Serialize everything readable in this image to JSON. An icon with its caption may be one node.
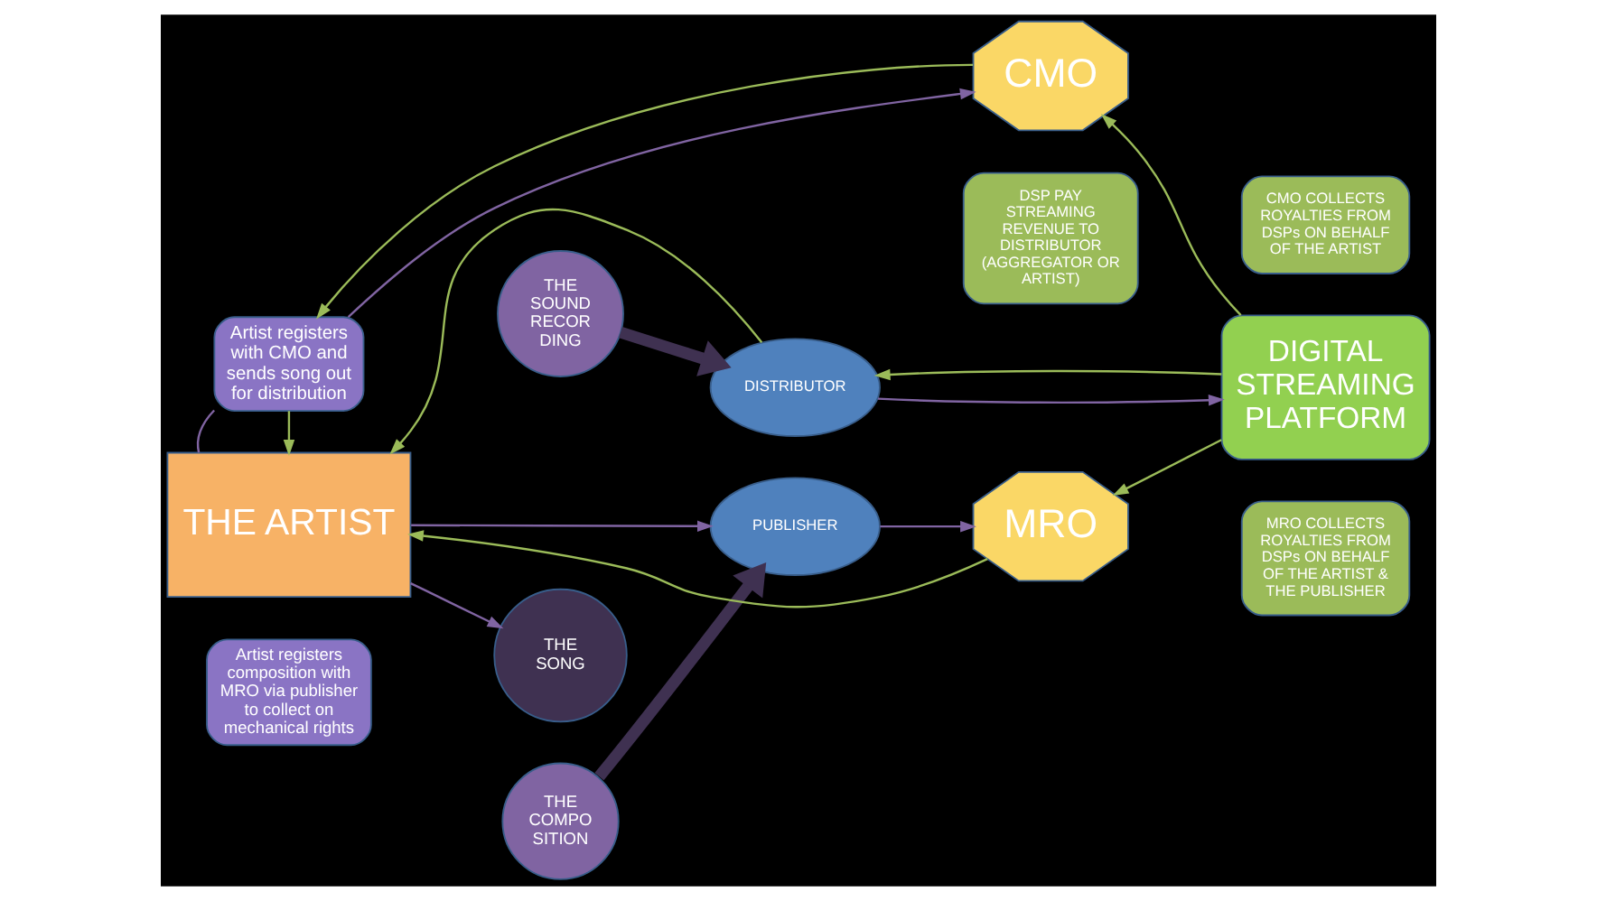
{
  "diagram": {
    "nodes": [
      {
        "text": [
          "Artist registers with CMO and sends song out for distribution"
        ]
      },
      {
        "text": [
          "CMO"
        ]
      },
      {
        "text": [
          "DISTRIBUTOR"
        ]
      },
      {
        "text": [
          "CMO COLLECTS ROYALTIES FROM DSPs ON BEHALF OF THE ARTIST"
        ]
      },
      {
        "text": [
          "THE SOUND RECOR DING"
        ]
      },
      {
        "text": [
          "THE ARTIST"
        ]
      },
      {
        "text": [
          "THE SONG"
        ]
      },
      {
        "text": [
          "DSP PAY STREAMING REVENUE TO DISTRIBUTOR (AGGREGATOR OR ARTIST)"
        ]
      },
      {
        "text": [
          "DIGITAL STREAMING PLATFORM"
        ]
      },
      {
        "text": [
          "Artist registers composition with MRO via publisher to collect on mechanical rights"
        ]
      },
      {
        "text": [
          "THE COMPO SITION"
        ]
      },
      {
        "text": [
          "MRO COLLECTS ROYALTIES FROM DSPs ON BEHALF OF THE ARTIST & THE PUBLISHER"
        ]
      },
      {
        "text": [
          "PUBLISHER"
        ]
      },
      {
        "text": [
          "MRO"
        ]
      }
    ],
    "edges": [
      {
        "from": 1,
        "to": 0,
        "arrow": "to"
      },
      {
        "from": 0,
        "to": 1,
        "arrow": "to",
        "color": "#8064a2"
      },
      {
        "from": 0,
        "to": 5,
        "arrow": "to"
      },
      {
        "from": 0,
        "to": 5,
        "arrow": "none",
        "color": "#8064a2"
      },
      {
        "from": 2,
        "to": 5,
        "arrow": "to"
      },
      {
        "from": 4,
        "to": 2,
        "arrow": "to",
        "style": "thick",
        "color": "#3f3151"
      },
      {
        "from": 5,
        "to": 6,
        "arrow": "to",
        "color": "#8064a2"
      },
      {
        "from": 10,
        "to": 12,
        "arrow": "to",
        "style": "thick",
        "color": "#3f3151"
      },
      {
        "from": 2,
        "to": 8,
        "arrow": "to",
        "color": "#8064a2"
      },
      {
        "from": 8,
        "to": 1,
        "arrow": "to"
      },
      {
        "from": 8,
        "to": 2,
        "arrow": "to"
      },
      {
        "from": 8,
        "to": 13,
        "arrow": "to"
      },
      {
        "from": 5,
        "to": 12,
        "arrow": "to",
        "color": "#8064a2"
      },
      {
        "from": 12,
        "to": 13,
        "arrow": "to",
        "color": "#8064a2"
      },
      {
        "from": 13,
        "to": 5,
        "arrow": "to"
      }
    ]
  }
}
